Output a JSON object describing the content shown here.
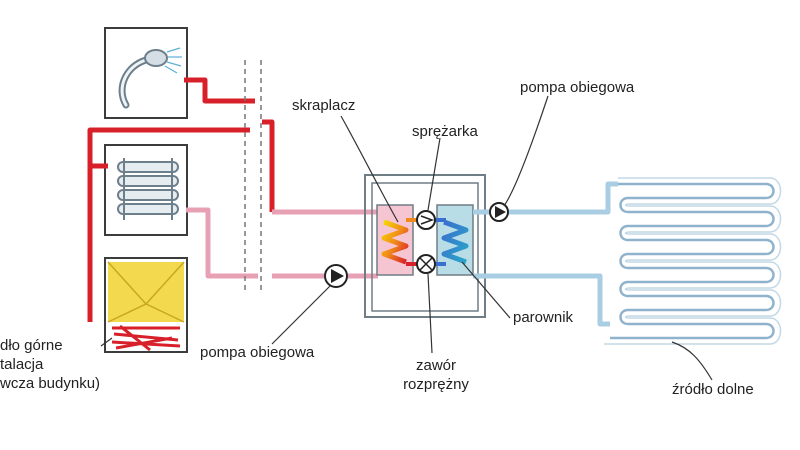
{
  "labels": {
    "condenser": "skraplacz",
    "compressor": "sprężarka",
    "pump_top": "pompa obiegowa",
    "evaporator": "parownik",
    "pump_bottom": "pompa obiegowa",
    "expansion_valve_line1": "zawór",
    "expansion_valve_line2": "rozprężny",
    "lower_source": "źródło dolne",
    "upper_source_line1": "dło górne",
    "upper_source_line2": "talacja",
    "upper_source_line3": "wcza budynku)"
  },
  "colors": {
    "hot": "#d8202a",
    "warm": "#e8a0b4",
    "cold": "#a9cde3",
    "outline": "#6f7d87",
    "tank_yellow": "#f2d94e",
    "evaporator_blue": "#b8dde6",
    "condenser_pink": "#f6c5d2"
  }
}
